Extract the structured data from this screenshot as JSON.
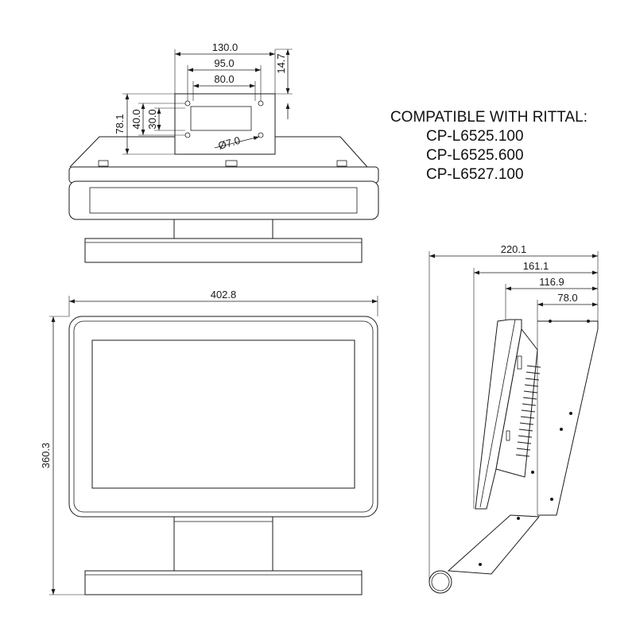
{
  "compatibility": {
    "heading": "COMPATIBLE WITH RITTAL:",
    "models": [
      "CP-L6525.100",
      "CP-L6525.600",
      "CP-L6527.100"
    ]
  },
  "top_view": {
    "dims": {
      "width_outer": "130.0",
      "hole_spacing_outer": "95.0",
      "hole_spacing_inner": "80.0",
      "height_total": "78.1",
      "height_holes_outer": "40.0",
      "height_holes_inner": "30.0",
      "offset_top": "14.7",
      "hole_diameter": "Ø7.0"
    }
  },
  "front_view": {
    "dims": {
      "width": "402.8",
      "height": "360.3"
    }
  },
  "side_view": {
    "dims": {
      "depth_total": "220.1",
      "depth_2": "161.1",
      "depth_3": "116.9",
      "depth_4": "78.0"
    }
  }
}
